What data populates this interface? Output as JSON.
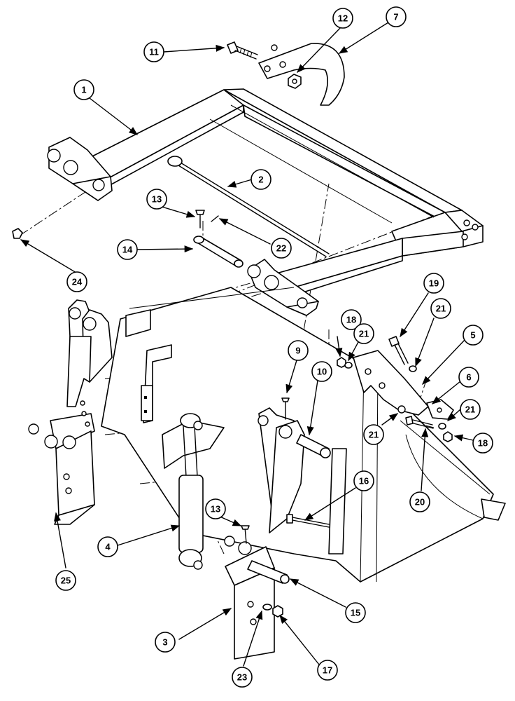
{
  "callouts": [
    {
      "id": "c1",
      "label": "1"
    },
    {
      "id": "c2",
      "label": "2"
    },
    {
      "id": "c3",
      "label": "3"
    },
    {
      "id": "c4",
      "label": "4"
    },
    {
      "id": "c5",
      "label": "5"
    },
    {
      "id": "c6",
      "label": "6"
    },
    {
      "id": "c7",
      "label": "7"
    },
    {
      "id": "c9",
      "label": "9"
    },
    {
      "id": "c10",
      "label": "10"
    },
    {
      "id": "c11",
      "label": "11"
    },
    {
      "id": "c12",
      "label": "12"
    },
    {
      "id": "c13a",
      "label": "13"
    },
    {
      "id": "c13b",
      "label": "13"
    },
    {
      "id": "c14",
      "label": "14"
    },
    {
      "id": "c15",
      "label": "15"
    },
    {
      "id": "c16",
      "label": "16"
    },
    {
      "id": "c17",
      "label": "17"
    },
    {
      "id": "c18a",
      "label": "18"
    },
    {
      "id": "c18b",
      "label": "18"
    },
    {
      "id": "c19",
      "label": "19"
    },
    {
      "id": "c20",
      "label": "20"
    },
    {
      "id": "c21a",
      "label": "21"
    },
    {
      "id": "c21b",
      "label": "21"
    },
    {
      "id": "c21c",
      "label": "21"
    },
    {
      "id": "c21d",
      "label": "21"
    },
    {
      "id": "c22",
      "label": "22"
    },
    {
      "id": "c23",
      "label": "23"
    },
    {
      "id": "c24",
      "label": "24"
    },
    {
      "id": "c25",
      "label": "25"
    }
  ]
}
